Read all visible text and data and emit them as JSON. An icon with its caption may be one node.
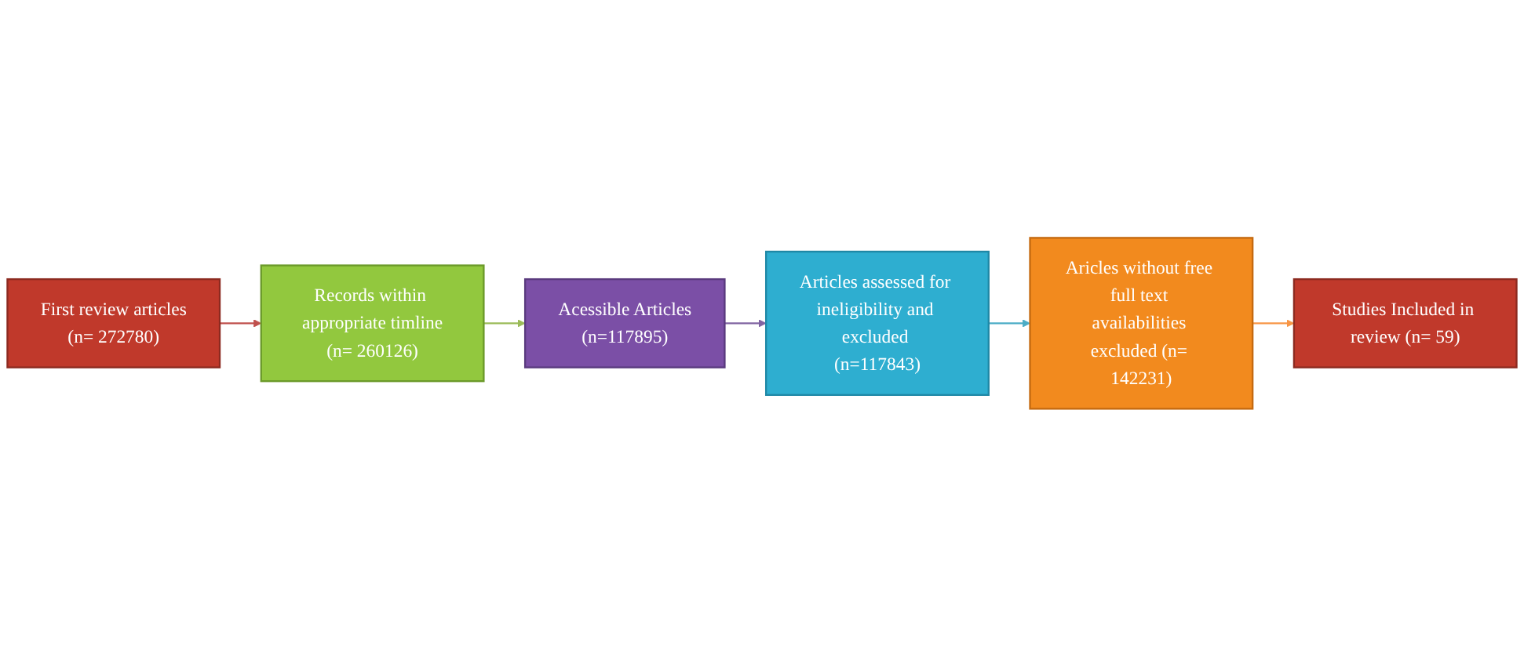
{
  "diagram": {
    "nodes": [
      {
        "text": [
          "First review articles",
          "(n= 272780)"
        ]
      },
      {
        "text": [
          "Records within appropriate timline",
          "(n= 260126)"
        ]
      },
      {
        "text": [
          "Acessible Articles",
          "(n=117895)"
        ]
      },
      {
        "text": [
          "Articles assessed for ineligibility and excluded (n=117843)"
        ]
      },
      {
        "text": [
          "Aricles without free full text availabilities excluded (n= 142231)"
        ]
      },
      {
        "text": [
          "Studies Included in review (n= 59)"
        ]
      }
    ],
    "edges": [
      {
        "from": 0,
        "to": 1,
        "arrow": "to",
        "color": "#c0504d"
      },
      {
        "from": 1,
        "to": 2,
        "arrow": "to",
        "color": "#9bbb59"
      },
      {
        "from": 2,
        "to": 3,
        "arrow": "to",
        "color": "#8064a2"
      },
      {
        "from": 3,
        "to": 4,
        "arrow": "to",
        "color": "#4bacc6"
      },
      {
        "from": 4,
        "to": 5,
        "arrow": "to",
        "color": "#f79646"
      }
    ]
  }
}
